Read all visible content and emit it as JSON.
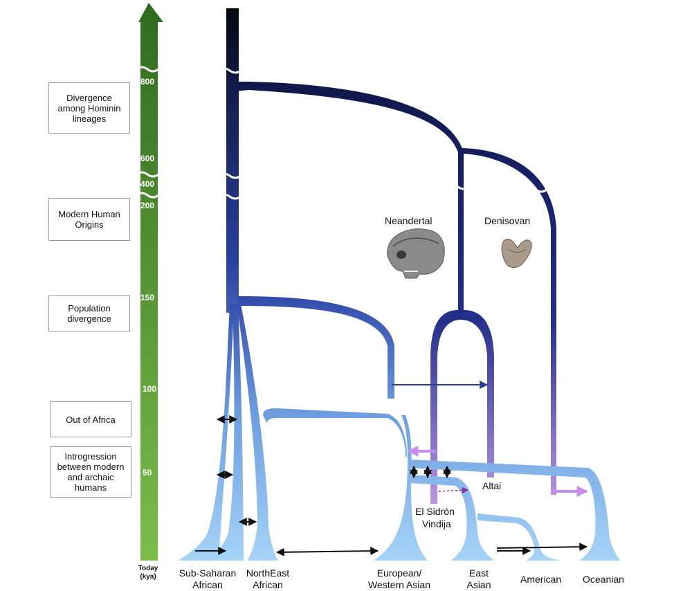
{
  "time_axis": {
    "ticks": [
      "800",
      "600",
      "400",
      "200",
      "150",
      "100",
      "50"
    ],
    "bottom_label": "Today",
    "bottom_unit": "(kya)"
  },
  "phases": [
    {
      "name": "divergence-hominin",
      "text": "Divergence among Hominin lineages"
    },
    {
      "name": "modern-human-origins",
      "text": "Modern Human Origins"
    },
    {
      "name": "population-divergence",
      "text": "Population divergence"
    },
    {
      "name": "out-of-africa",
      "text": "Out of Africa"
    },
    {
      "name": "introgression",
      "text": "Introgression between modern and archaic humans"
    }
  ],
  "archaic": {
    "neandertal": "Neandertal",
    "denisovan": "Denisovan",
    "altai": "Altai",
    "el_sidron": "El Sidrón",
    "vindija": "Vindija"
  },
  "populations": {
    "sub_saharan_1": "Sub-Saharan",
    "sub_saharan_2": "African",
    "northeast_1": "NorthEast",
    "northeast_2": "African",
    "european_1": "European/",
    "european_2": "Western Asian",
    "east_asian_1": "East",
    "east_asian_2": "Asian",
    "american": "American",
    "oceanian": "Oceanian"
  },
  "colors": {
    "axis_green_top": "#2f6a1f",
    "axis_green_bottom": "#7cbd4a",
    "trunk_dark": "#0a0d2a",
    "lineage_navy": "#1a2d7a",
    "modern_light": "#9fd0f5",
    "archaic_violet": "#b48ee0",
    "introgression_arrow": "#c98ae8"
  }
}
